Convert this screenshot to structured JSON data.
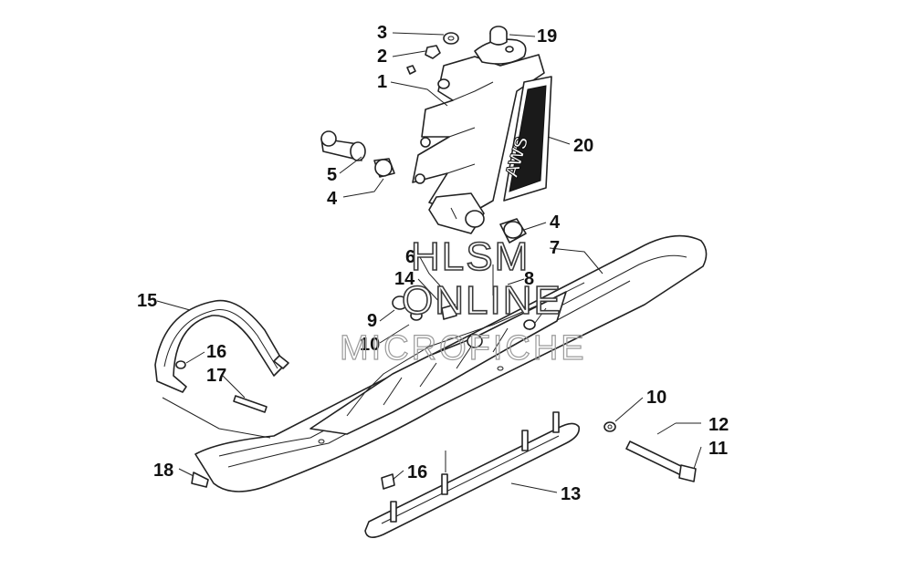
{
  "watermark": {
    "line1": "HLSM",
    "line2": "ONLINE",
    "line3": "MICROFICHE"
  },
  "decal_text": "AWS",
  "callouts": [
    {
      "id": "c3",
      "label": "3"
    },
    {
      "id": "c2",
      "label": "2"
    },
    {
      "id": "c1",
      "label": "1"
    },
    {
      "id": "c19",
      "label": "19"
    },
    {
      "id": "c20",
      "label": "20"
    },
    {
      "id": "c5",
      "label": "5"
    },
    {
      "id": "c4a",
      "label": "4"
    },
    {
      "id": "c4b",
      "label": "4"
    },
    {
      "id": "c7",
      "label": "7"
    },
    {
      "id": "c6",
      "label": "6"
    },
    {
      "id": "c8",
      "label": "8"
    },
    {
      "id": "c14",
      "label": "14"
    },
    {
      "id": "c15",
      "label": "15"
    },
    {
      "id": "c9",
      "label": "9"
    },
    {
      "id": "c10a",
      "label": "10"
    },
    {
      "id": "c16a",
      "label": "16"
    },
    {
      "id": "c17",
      "label": "17"
    },
    {
      "id": "c10b",
      "label": "10"
    },
    {
      "id": "c12",
      "label": "12"
    },
    {
      "id": "c11",
      "label": "11"
    },
    {
      "id": "c18",
      "label": "18"
    },
    {
      "id": "c16b",
      "label": "16"
    },
    {
      "id": "c13",
      "label": "13"
    }
  ]
}
